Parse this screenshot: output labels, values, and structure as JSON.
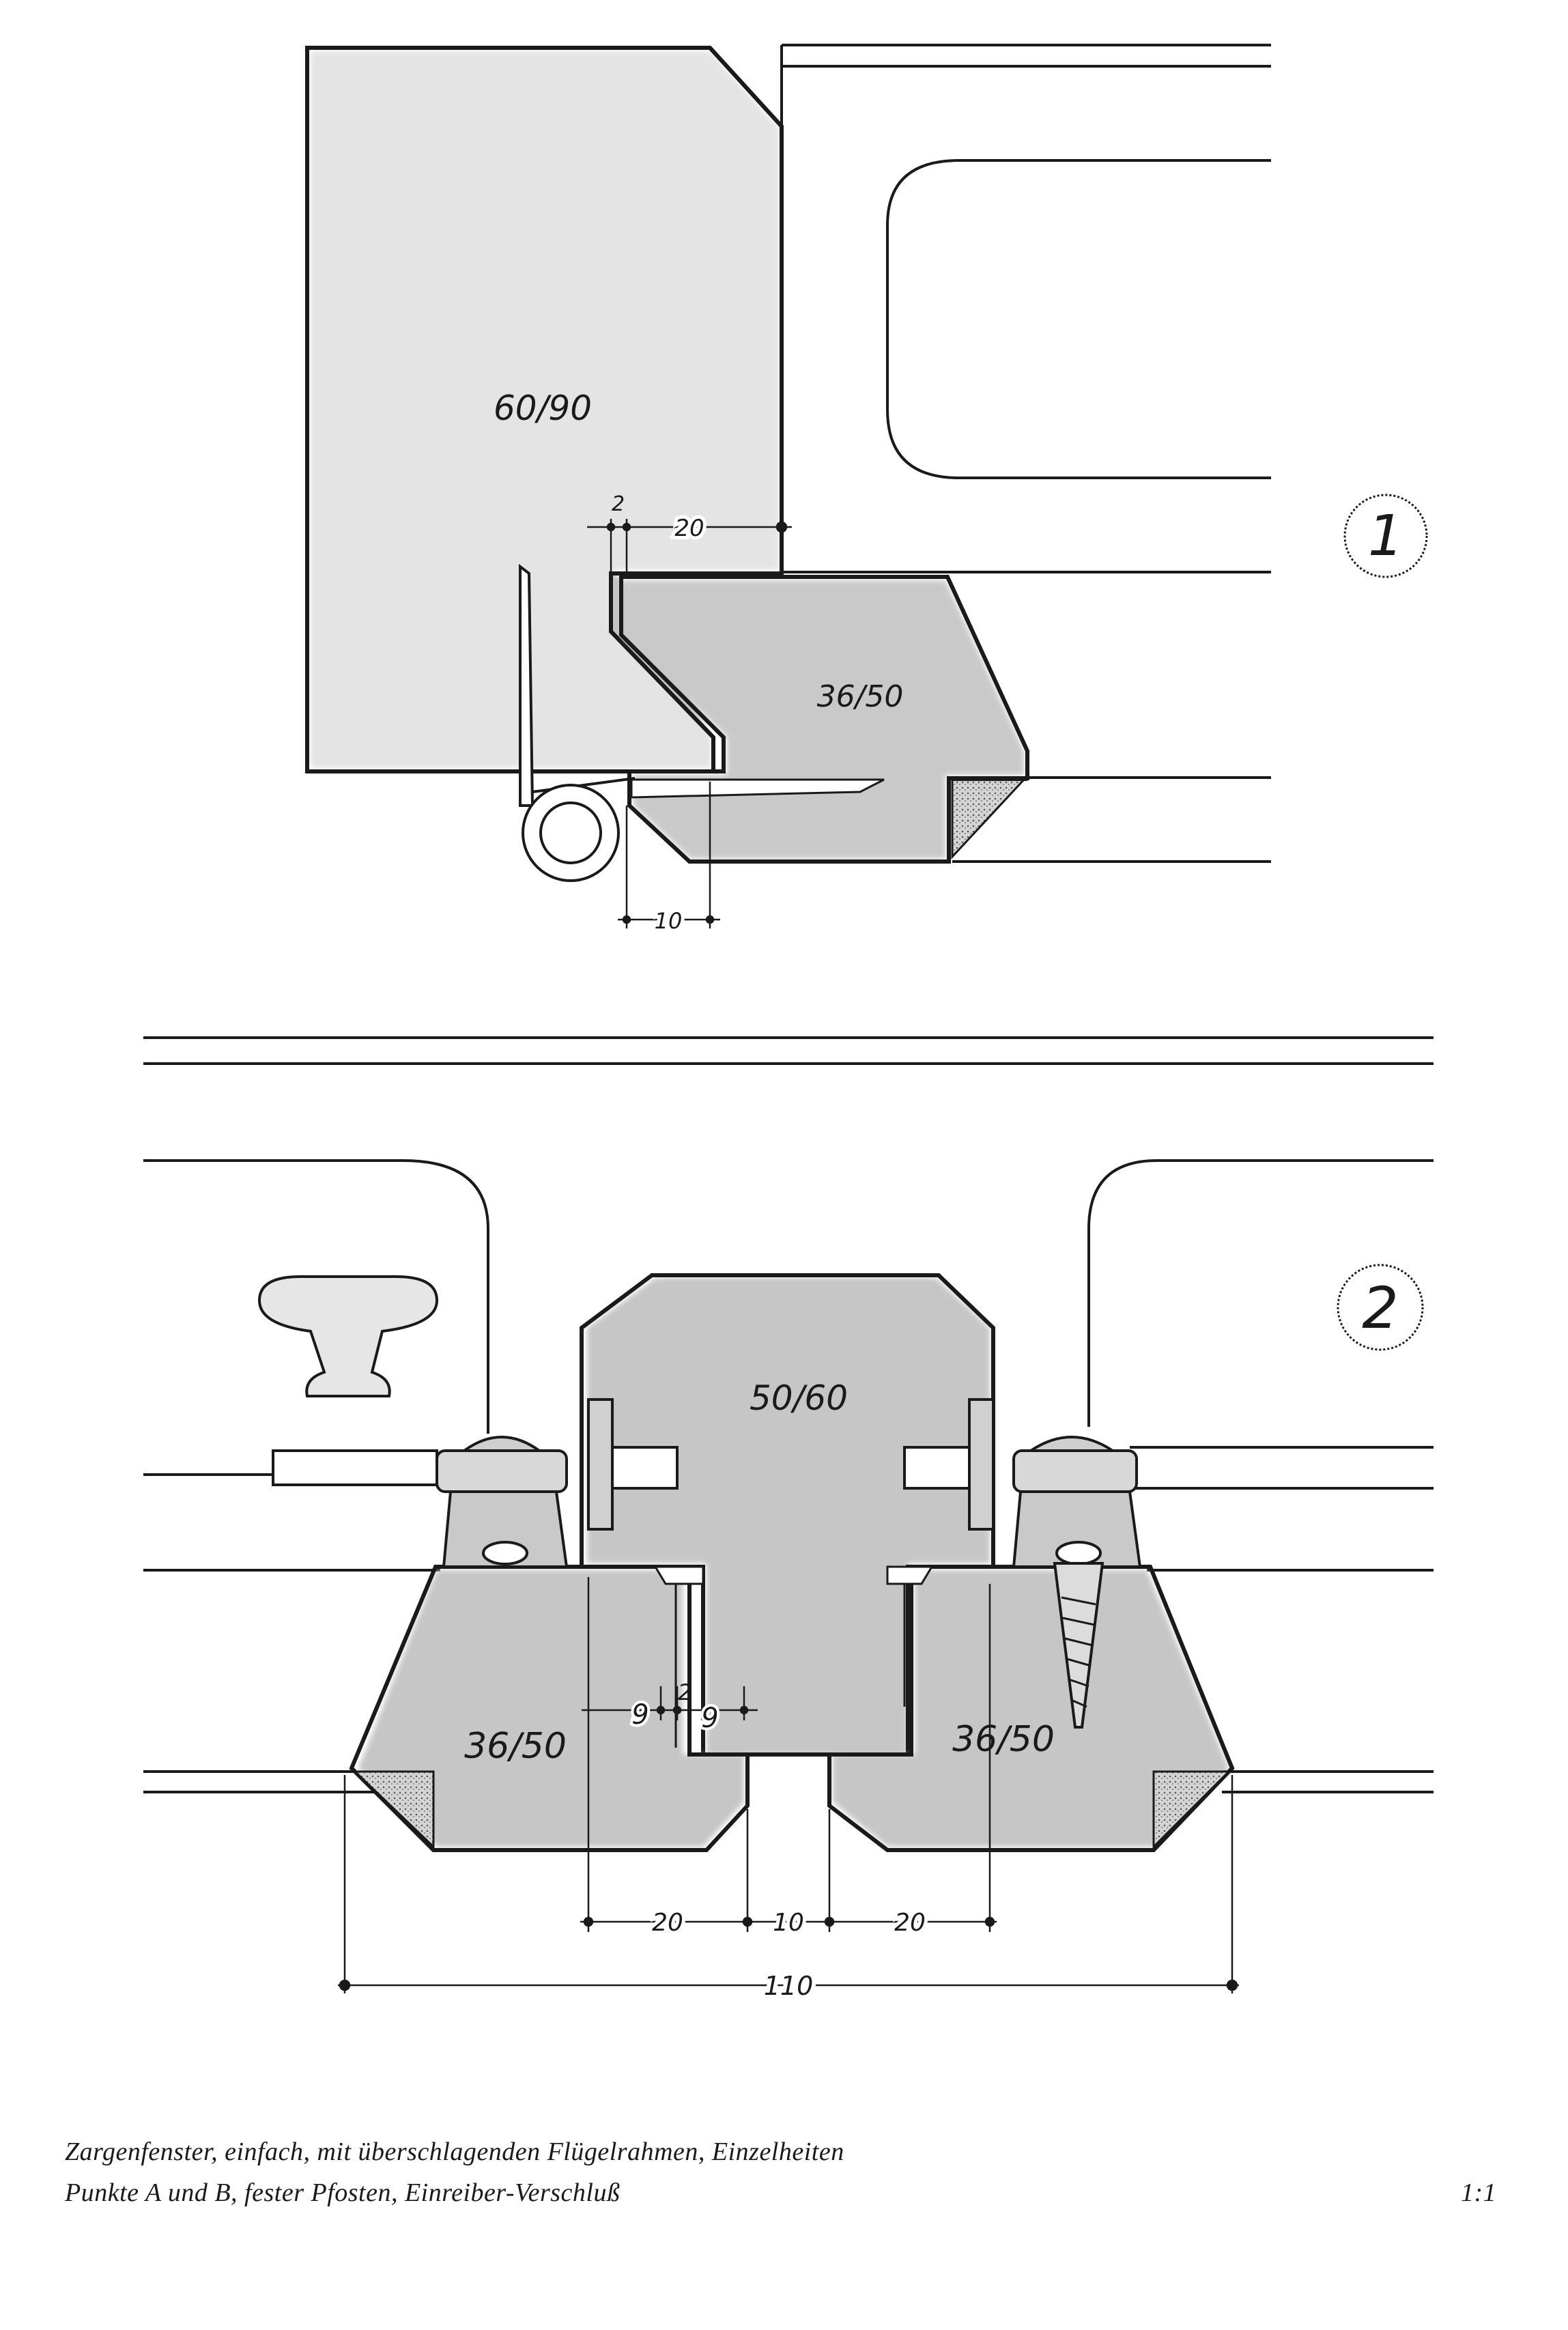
{
  "detail1": {
    "marker": "1",
    "frame_label": "60/90",
    "sash_label": "36/50",
    "dims": [
      "2",
      "20",
      "10"
    ]
  },
  "detail2": {
    "marker": "2",
    "post_label": "50/60",
    "sash_left_label": "36/50",
    "sash_right_label": "36/50",
    "dims": [
      "9",
      "2",
      "9",
      "20",
      "10",
      "20",
      "110"
    ]
  },
  "caption": {
    "line1": "Zargenfenster, einfach, mit überschlagenden Flügelrahmen, Einzelheiten",
    "line2": "Punkte A und B, fester Pfosten, Einreiber-Verschluß",
    "scale": "1:1"
  },
  "colors": {
    "ink": "#1a1a1a",
    "shade": "#b8b8b8",
    "paper": "#ffffff"
  }
}
